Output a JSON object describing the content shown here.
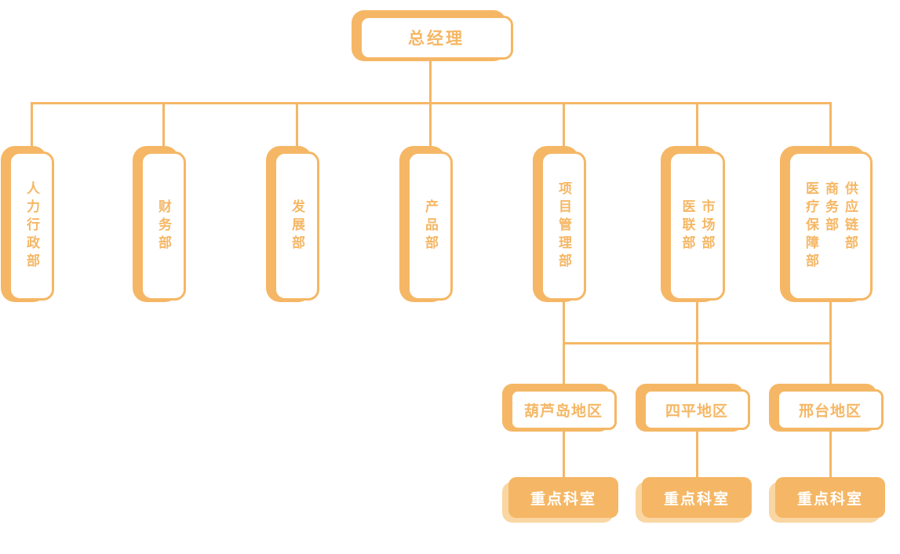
{
  "palette": {
    "orange": "#F5B765",
    "shadow_light": "#F9D6A2",
    "box_fill": "#FFFFFF",
    "key_dept_text": "#FFFFFF"
  },
  "org_chart": {
    "type": "org-tree",
    "root": {
      "label": "总经理"
    },
    "departments": [
      {
        "name": "hr-admin",
        "lines": [
          "人力行政部"
        ]
      },
      {
        "name": "finance",
        "lines": [
          "财务部"
        ]
      },
      {
        "name": "development",
        "lines": [
          "发展部"
        ]
      },
      {
        "name": "product",
        "lines": [
          "产品部"
        ]
      },
      {
        "name": "project-mgmt",
        "lines": [
          "项目管理部"
        ]
      },
      {
        "name": "market-medical",
        "lines": [
          "市场部",
          "医联部"
        ]
      },
      {
        "name": "supply-chain",
        "lines": [
          "供应链部",
          "商务部",
          "医疗保障部"
        ]
      }
    ],
    "regions": [
      {
        "name": "huludao",
        "label": "葫芦岛地区",
        "child": "重点科室"
      },
      {
        "name": "siping",
        "label": "四平地区",
        "child": "重点科室"
      },
      {
        "name": "xingtai",
        "label": "邢台地区",
        "child": "重点科室"
      }
    ]
  }
}
